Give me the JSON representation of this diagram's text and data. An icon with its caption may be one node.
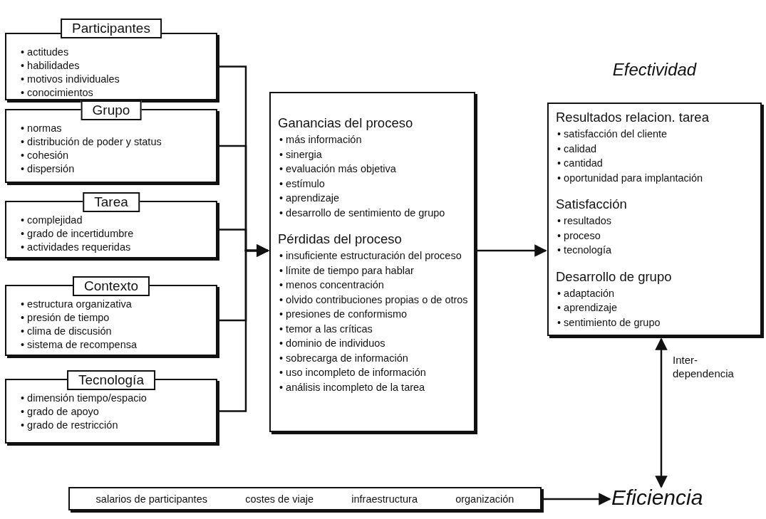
{
  "diagram": {
    "nodes": [
      {
        "text": [
          "Participantes",
          "• actitudes",
          "• habilidades",
          "• motivos individuales",
          "• conocimientos"
        ]
      },
      {
        "text": [
          "Grupo",
          "• normas",
          "• distribución de poder y status",
          "• cohesión",
          "• dispersión"
        ]
      },
      {
        "text": [
          "Tarea",
          "• complejidad",
          "• grado de incertidumbre",
          "• actividades requeridas"
        ]
      },
      {
        "text": [
          "Contexto",
          "• estructura organizativa",
          "• presión de tiempo",
          "• clima de discusión",
          "• sistema de recompensa"
        ]
      },
      {
        "text": [
          "Tecnología",
          "• dimensión tiempo/espacio",
          "• grado de apoyo",
          "• grado de restricción"
        ]
      },
      {
        "text": [
          "Ganancias del proceso",
          "• más información",
          "• sinergia",
          "• evaluación más objetiva",
          "• estímulo",
          "• aprendizaje",
          "• desarrollo de sentimiento de grupo",
          "Pérdidas del proceso",
          "• insuficiente estructuración del proceso",
          "• límite de tiempo para hablar",
          "• menos concentración",
          "• olvido contribuciones propias o de otros",
          "• presiones de conformismo",
          "• temor a las críticas",
          "• dominio de individuos",
          "• sobrecarga de información",
          "• uso incompleto de información",
          "• análisis incompleto de la tarea"
        ]
      },
      {
        "text": [
          "Efectividad",
          "Resultados relacion. tarea",
          "• satisfacción del cliente",
          "• calidad",
          "• cantidad",
          "• oportunidad para implantación",
          "Satisfacción",
          "• resultados",
          "• proceso",
          "• tecnología",
          "Desarrollo de grupo",
          "• adaptación",
          "• aprendizaje",
          "• sentimiento de grupo"
        ]
      },
      {
        "text": [
          "salarios de participantes",
          "costes de viaje",
          "infraestructura",
          "organización"
        ]
      },
      {
        "text": [
          "Eficiencia"
        ]
      }
    ],
    "edges": [
      {
        "from": 0,
        "to": 5,
        "arrow": "to"
      },
      {
        "from": 1,
        "to": 5,
        "arrow": "to"
      },
      {
        "from": 2,
        "to": 5,
        "arrow": "to"
      },
      {
        "from": 3,
        "to": 5,
        "arrow": "to"
      },
      {
        "from": 4,
        "to": 5,
        "arrow": "to"
      },
      {
        "from": 5,
        "to": 6,
        "arrow": "to"
      },
      {
        "from": 6,
        "to": 8,
        "arrow": "both",
        "label": "Inter- dependencia"
      },
      {
        "from": 7,
        "to": 8,
        "arrow": "to"
      }
    ]
  }
}
